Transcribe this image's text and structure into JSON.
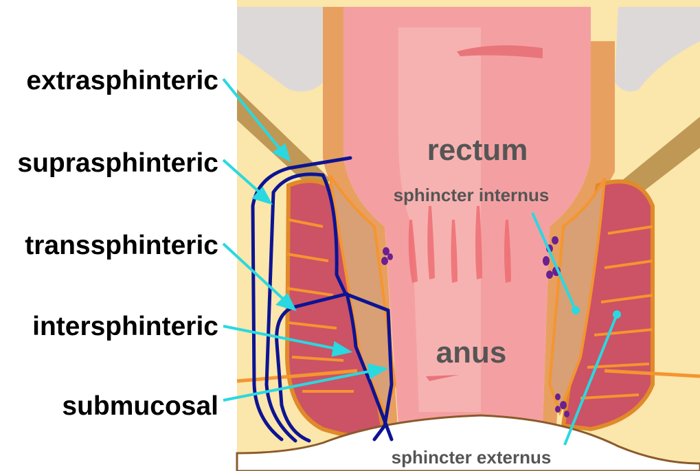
{
  "colors": {
    "fat": "#fbe6ab",
    "peritoneum_gray": "#ddd9d9",
    "lumen_pink": "#f4a0a2",
    "lumen_light": "#f7b9b8",
    "muscle_red": "#cc5265",
    "muscle_outline": "#e08a2a",
    "orange": "#f49530",
    "mucosa_wall": "#d39a6a",
    "fistula_navy": "#0d1493",
    "arrow_cyan": "#2ad8e0",
    "gland_purple": "#6a2090",
    "label_black": "#000000",
    "label_gray": "#555555"
  },
  "fistula_labels": {
    "extrasphinteric": "extrasphinteric",
    "suprasphinteric": "suprasphinteric",
    "transsphinteric": "transsphinteric",
    "intersphinteric": "intersphinteric",
    "submucosal": "submucosal"
  },
  "anatomy_labels": {
    "rectum": "rectum",
    "anus": "anus",
    "sphincter_internus": "sphincter internus",
    "sphincter_externus": "sphincter externus"
  }
}
